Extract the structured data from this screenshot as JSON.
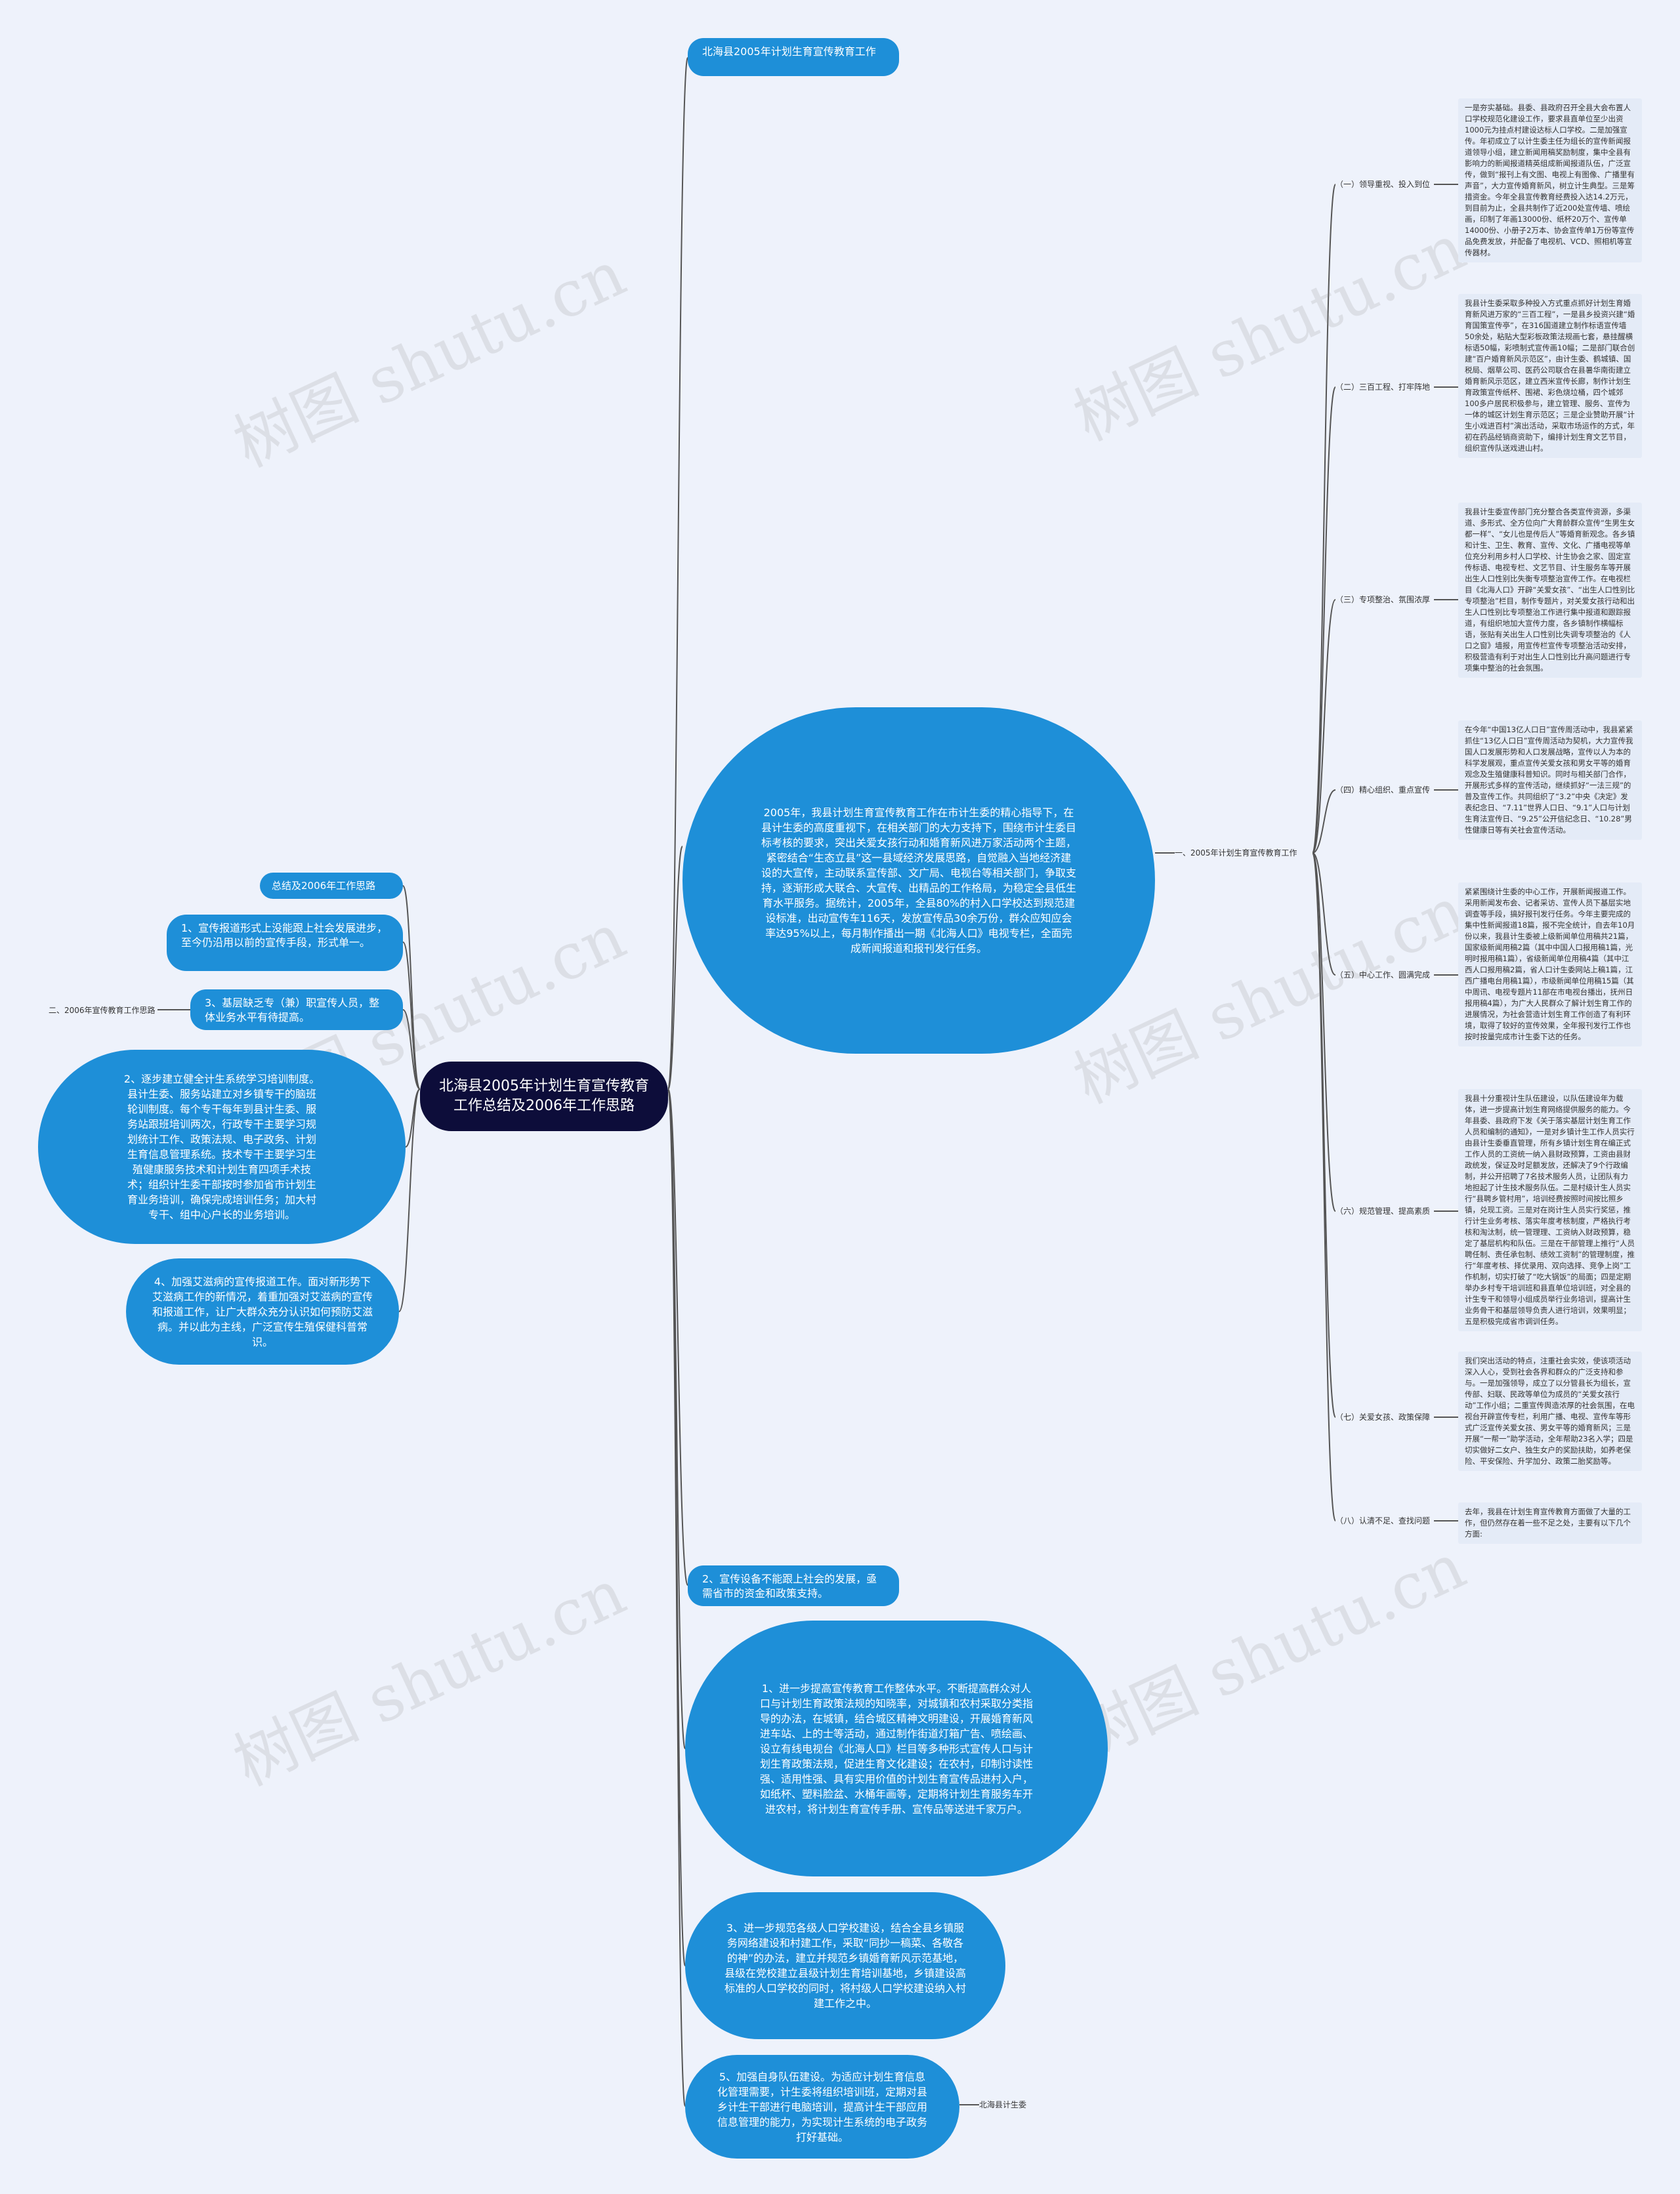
{
  "root": {
    "title": "北海县2005年计划生育宣传教育工作总结及2006年工作思路"
  },
  "colors": {
    "background": "#eef2fb",
    "root": "#0d0d3a",
    "node": "#1e8fd8",
    "textbox": "#e4ebf7",
    "line": "#555555"
  },
  "right_top": {
    "title": "北海县2005年计划生育宣传教育工作"
  },
  "summary_blob": {
    "text": "2005年，我县计划生育宣传教育工作在市计生委的精心指导下，在县计生委的高度重视下，在相关部门的大力支持下，围绕市计生委目标考核的要求，突出关爱女孩行动和婚育新风进万家活动两个主题，紧密结合“生态立县”这一县域经济发展思路，自觉融入当地经济建设的大宣传，主动联系宣传部、文广局、电视台等相关部门，争取支持，逐渐形成大联合、大宣传、出精品的工作格局，为稳定全县低生育水平服务。据统计，2005年，全县80%的村入口学校达到规范建设标准，出动宣传车116天，发放宣传品30余万份，群众应知应会率达95%以上，每月制作播出一期《北海人口》电视专栏，全面完成新闻报道和报刊发行任务。"
  },
  "section1": {
    "label": "一、2005年计划生育宣传教育工作",
    "items": [
      {
        "label": "（一）领导重视、投入到位",
        "text": "一是夯实基础。县委、县政府召开全县大会布置人口学校规范化建设工作，要求县直单位至少出资1000元为挂点村建设达标人口学校。二是加强宣传。年初成立了以计生委主任为组长的宣传新闻报道领导小组，建立新闻用稿奖励制度，集中全县有影响力的新闻报道精英组成新闻报道队伍，广泛宣传，做到“报刊上有文图、电视上有图像、广播里有声音”，大力宣传婚育新风，树立计生典型。三是筹措资金。今年全县宣传教育经费投入达14.2万元，到目前为止，全县共制作了近200处宣传墙、喷绘画，印制了年画13000份、纸杯20万个、宣传单14000份、小册子2万本、协会宣传单1万份等宣传品免费发放，并配备了电视机、VCD、照相机等宣传器材。"
      },
      {
        "label": "（二）三百工程、打牢阵地",
        "text": "我县计生委采取多种投入方式重点抓好计划生育婚育新风进万家的“三百工程”，一是县乡投资兴建“婚育国策宣传亭”，在316国道建立制作标语宣传墙50余处，粘贴大型彩板政策法规画七套，悬挂醒横标语50幅，彩喷制式宣传画10幅；二是部门联合创建“百户婚育新风示范区”，由计生委、鹤城镇、国税局、烟草公司、医药公司联合在县暑华南街建立婚育新风示范区，建立西米宣传长廊，制作计划生育政策宣传纸杯、围裙、彩色烧垃桶，四个城郊100多户居民积极参与，建立管理、服务、宣传为一体的城区计划生育示范区；三是企业赞助开展“计生小戏进百村”演出活动，采取市场运作的方式，年初在药品经销商资助下，编排计划生育文艺节目，组织宣传队送戏进山村。"
      },
      {
        "label": "（三）专项整治、氛围浓厚",
        "text": "我县计生委宣传部门充分整合各类宣传资源，多渠道、多形式、全方位向广大育龄群众宣传“生男生女都一样”、“女儿也是传后人”等婚育新观念。各乡镇和计生、卫生、教育、宣传、文化、广播电视等单位充分利用乡村人口学校、计生协会之家、固定宣传标语、电视专栏、文艺节目、计生服务车等开展出生人口性别比失衡专项整治宣传工作。在电视栏目《北海人口》开辟“关爱女孩”、“出生人口性别比专项整治”栏目，制作专题片，对关爱女孩行动和出生人口性别比专项整治工作进行集中报道和跟踪报道，有组织地加大宣传力度，各乡镇制作横幅标语，张贴有关出生人口性别比失调专项整治的《人口之窗》墙报，用宣传栏宣传专项整治活动安排，积极营造有利于对出生人口性别比升高问题进行专项集中整治的社会氛围。"
      },
      {
        "label": "（四）精心组织、重点宣传",
        "text": "在今年“中国13亿人口日”宣传周活动中，我县紧紧抓住“13亿人口日”宣传周活动为契机，大力宣传我国人口发展形势和人口发展战略，宣传以人为本的科学发展观，重点宣传关爱女孩和男女平等的婚育观念及生殖健康科普知识。同时与相关部门合作，开展形式多样的宣传活动，继续抓好“一法三规”的普及宣传工作。共同组织了“3.2”中央《决定》发表纪念日、“7.11”世界人口日、“9.1”人口与计划生育法宣传日、“9.25”公开信纪念日、“10.28”男性健康日等有关社会宣传活动。"
      },
      {
        "label": "（五）中心工作、圆满完成",
        "text": "紧紧围绕计生委的中心工作，开展新闻报道工作。采用新闻发布会、记者采访、宣传人员下基层实地调查等手段，搞好报刊发行任务。今年主要完成的集中性新闻报道18篇，报不完全统计，自去年10月份以来，我县计生委被上级新闻单位用稿共21篇，国家级新闻用稿2篇（其中中国人口报用稿1篇，光明时报用稿1篇），省级新闻单位用稿4篇（其中江西人口报用稿2篇，省人口计生委网站上稿1篇，江西广播电台用稿1篇），市级新闻单位用稿15篇（其中周讯、电视专题片11部在市电视台播出，抚州日报用稿4篇），为广大人民群众了解计划生育工作的进展情况，为社会营造计划生育工作创造了有利环境，取得了较好的宣传效果，全年报刊发行工作也按时按量完成市计生委下达的任务。"
      },
      {
        "label": "（六）规范管理、提高素质",
        "text": "我县十分重视计生队伍建设，以队伍建设年为载体，进一步提高计划生育网络提供服务的能力。今年县委、县政府下发《关于落实基层计划生育工作人员和编制的通知》，一是对乡镇计生工作人员实行由县计生委垂直管理，所有乡镇计划生育在编正式工作人员的工资统一纳入县财政预算，工资由县财政统发，保证及时足额发放，还解决了9个行政编制，并公开招聘了7名技术服务人员，让团队有力地担起了计生技术服务队伍。二是村级计生人员实行“县聘乡管村用”，培训经费按照时间按比照乡镇，兑现工资。三是对在岗计生人员实行奖惩，推行计生业务考核、落实年度考核制度，严格执行考核和淘汰制，统一管理理、工资纳入财政预算，稳定了基层机构和队伍。三是在干部管理上推行“人员聘任制、责任承包制、绩效工资制”的管理制度，推行“年度考核、择优录用、双向选择、竞争上岗”工作机制，切实打破了“吃大锅饭”的局面；四是定期举办乡村专干培训班和县直单位培训班，对全县的计生专干和领导小组成员举行业务培训，提高计生业务骨干和基层领导负责人进行培训，效果明显；五是积极完成省市调训任务。"
      },
      {
        "label": "（七）关爱女孩、政策保障",
        "text": "我们突出活动的特点，注重社会实效，使该项活动深入人心，受到社会各界和群众的广泛支持和参与。一是加强领导，成立了以分管县长为组长，宣传部、妇联、民政等单位为成员的“关爱女孩行动”工作小组；二重宣传舆造浓厚的社会氛围，在电视台开辟宣传专栏，利用广播、电视、宣传车等形式广泛宣传关爱女孩、男女平等的婚育新风；三是开展“一帮一”助学活动，全年帮助23名入学；四是切实做好二女户、独生女户的奖励扶助，如养老保险、平安保险、升学加分、政策二胎奖励等。"
      },
      {
        "label": "（八）认清不足、查找问题",
        "text": "去年，我县在计划生育宣传教育方面做了大量的工作，但仍然存在着一些不足之处，主要有以下几个方面:"
      }
    ]
  },
  "problem2": {
    "text": "2、宣传设备不能跟上社会的发展，亟需省市的资金和政策支持。"
  },
  "future_blobs": [
    {
      "text": "1、进一步提高宣传教育工作整体水平。不断提高群众对人口与计划生育政策法规的知晓率，对城镇和农村采取分类指导的办法，在城镇，结合城区精神文明建设，开展婚育新风进车站、上的士等活动，通过制作街道灯箱广告、喷绘画、设立有线电视台《北海人口》栏目等多种形式宣传人口与计划生育政策法规，促进生育文化建设；在农村，印制讨读性强、适用性强、具有实用价值的计划生育宣传品进村入户，如纸杯、塑料脸盆、水桶年画等，定期将计划生育服务车开进农村，将计划生育宣传手册、宣传品等送进千家万户。"
    },
    {
      "text": "3、进一步规范各级人口学校建设，结合全县乡镇服务网络建设和村建工作，采取“同抄一稿菜、各敬各的神”的办法，建立并规范乡镇婚育新风示范基地，县级在党校建立县级计划生育培训基地，乡镇建设高标准的人口学校的同时，将村级人口学校建设纳入村建工作之中。"
    },
    {
      "text": "5、加强自身队伍建设。为适应计划生育信息化管理需要，计生委将组织培训班，定期对县乡计生干部进行电脑培训，提高计生干部应用信息管理的能力，为实现计生系统的电子政务打好基础。"
    }
  ],
  "footer_label": "北海县计生委",
  "left": {
    "summary_pill": "总结及2006年工作思路",
    "problem1": "1、宣传报道形式上没能跟上社会发展进步，至今仍沿用以前的宣传手段，形式单一。",
    "problem3": "3、基层缺乏专（兼）职宣传人员，整体业务水平有待提高。",
    "section2_label": "二、2006年宣传教育工作思路",
    "item2": "2、逐步建立健全计生系统学习培训制度。县计生委、服务站建立对乡镇专干的脑班轮训制度。每个专干每年到县计生委、服务站跟班培训两次，行政专干主要学习规划统计工作、政策法规、电子政务、计划生育信息管理系统。技术专干主要学习生殖健康服务技术和计划生育四项手术技术；组织计生委干部按时参加省市计划生育业务培训，确保完成培训任务；加大村专干、组中心户长的业务培训。",
    "item4": "4、加强艾滋病的宣传报道工作。面对新形势下艾滋病工作的新情况，着重加强对艾滋病的宣传和报道工作，让广大群众充分认识如何预防艾滋病。并以此为主线，广泛宣传生殖保健科普常识。"
  },
  "watermark": "树图 shutu.cn"
}
